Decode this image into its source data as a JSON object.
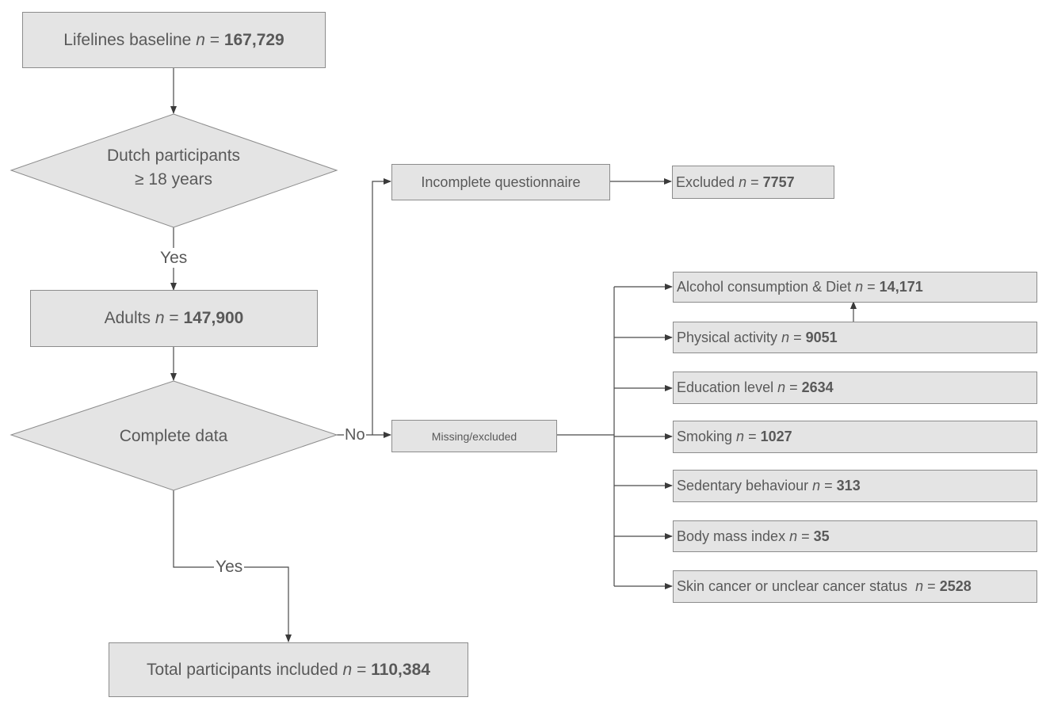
{
  "nodes": {
    "baseline": {
      "label": "Lifelines baseline",
      "n": "n",
      "eq": " = ",
      "value": "167,729"
    },
    "dutch": {
      "line1": "Dutch participants",
      "line2": "≥ 18 years"
    },
    "adults": {
      "label": "Adults",
      "n": "n",
      "eq": " = ",
      "value": "147,900"
    },
    "complete": {
      "label": "Complete data"
    },
    "incomplete": {
      "label": "Incomplete questionnaire"
    },
    "excluded": {
      "label": "Excluded",
      "n": "n",
      "eq": " = ",
      "value": "7757"
    },
    "missing": {
      "label": "Missing/excluded"
    },
    "total": {
      "label": "Total participants included",
      "n": "n",
      "eq": " = ",
      "value": "110,384"
    }
  },
  "edges": {
    "yes1": "Yes",
    "no": "No",
    "yes2": "Yes"
  },
  "exclusions": [
    {
      "label": "Alcohol consumption & Diet",
      "n": "n",
      "eq": " = ",
      "value": "14,171"
    },
    {
      "label": "Physical activity",
      "n": "n",
      "eq": " = ",
      "value": "9051"
    },
    {
      "label": "Education level",
      "n": "n",
      "eq": " = ",
      "value": "2634"
    },
    {
      "label": "Smoking",
      "n": "n",
      "eq": " = ",
      "value": "1027"
    },
    {
      "label": "Sedentary behaviour",
      "n": "n",
      "eq": " = ",
      "value": "313"
    },
    {
      "label": "Body mass index",
      "n": "n",
      "eq": " = ",
      "value": "35"
    },
    {
      "label": "Skin cancer or unclear cancer status ",
      "n": "n",
      "eq": " = ",
      "value": "2528"
    }
  ]
}
